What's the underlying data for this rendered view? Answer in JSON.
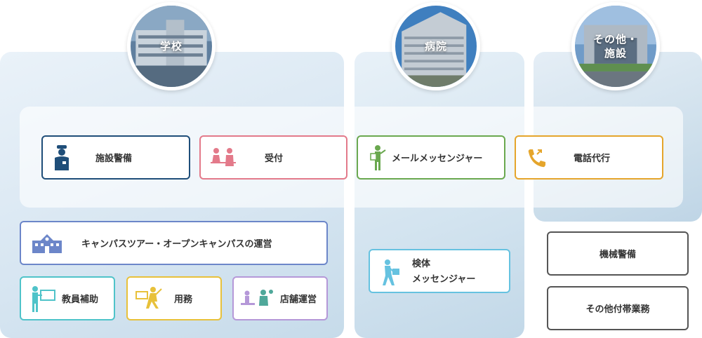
{
  "facilities": {
    "school": {
      "title": "学校"
    },
    "hospital": {
      "title": "病院"
    },
    "other": {
      "title": "その他・\n施設"
    }
  },
  "services": {
    "security": {
      "label": "施設警備",
      "icon": "security-guard-icon",
      "color": "#1f4e79"
    },
    "reception": {
      "label": "受付",
      "icon": "reception-icon",
      "color": "#e37a8a"
    },
    "mail": {
      "label": "メールメッセンジャー",
      "icon": "mail-messenger-icon",
      "color": "#6aa84f"
    },
    "phone": {
      "label": "電話代行",
      "icon": "phone-icon",
      "color": "#e5a52b"
    },
    "campus": {
      "label": "キャンパスツアー・オープンキャンパスの運営",
      "icon": "school-building-icon",
      "color": "#6c86c9"
    },
    "teacher": {
      "label": "教員補助",
      "icon": "teacher-icon",
      "color": "#4fc3c9"
    },
    "janitor": {
      "label": "用務",
      "icon": "janitor-icon",
      "color": "#e8c13a"
    },
    "store": {
      "label": "店舗運営",
      "icon": "store-staff-icon",
      "color": "#b598d8"
    },
    "specimen": {
      "label_line1": "検体",
      "label_line2": "メッセンジャー",
      "icon": "specimen-messenger-icon",
      "color": "#66c2e0"
    },
    "machine": {
      "label": "機械警備"
    },
    "misc": {
      "label": "その他付帯業務"
    }
  }
}
